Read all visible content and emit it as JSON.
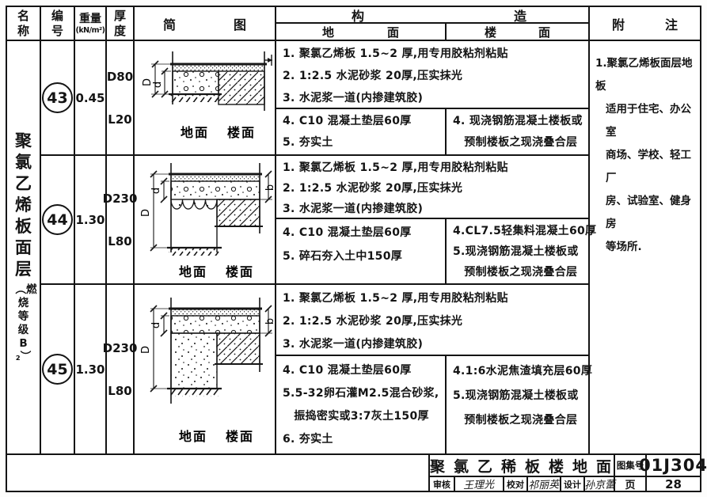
{
  "header": {
    "name": "名称",
    "number": "编号",
    "weight": "重量",
    "weight_unit": "(kN/m²)",
    "thickness": "厚度",
    "diagram": "简图",
    "construction": "构造",
    "ground": "地面",
    "floor": "楼面",
    "note": "附注"
  },
  "name_column": {
    "title": "聚氯乙烯板面层",
    "subtitle": "︵燃烧等级B₂︶"
  },
  "rows": [
    {
      "number": "43",
      "weight": "0.45",
      "thickness_top": "D80",
      "thickness_bottom": "L20",
      "diagram": {
        "dim_outer": "D",
        "dim_inner": "d",
        "ground_label": "地面",
        "floor_label": "楼面"
      },
      "shared_items": [
        "1. 聚氯乙烯板 1.5~2 厚,用专用胶粘剂粘贴",
        "2. 1:2.5 水泥砂浆 20厚,压实抹光",
        "3. 水泥浆一道(内掺建筑胶)"
      ],
      "ground_items": [
        "4. C10 混凝土垫层60厚",
        "5. 夯实土"
      ],
      "floor_items": [
        "4. 现浇钢筋混凝土楼板或",
        "　预制楼板之现浇叠合层"
      ]
    },
    {
      "number": "44",
      "weight": "1.30",
      "thickness_top": "D230",
      "thickness_bottom": "L80",
      "diagram": {
        "dim_outer": "D",
        "dim_inner": "d",
        "dim_right": "b",
        "ground_label": "地面",
        "floor_label": "楼面"
      },
      "shared_items": [
        "1. 聚氯乙烯板 1.5~2 厚,用专用胶粘剂粘贴",
        "2. 1:2.5 水泥砂浆 20厚,压实抹光",
        "3. 水泥浆一道(内掺建筑胶)"
      ],
      "ground_items": [
        "4. C10 混凝土垫层60厚",
        "5. 碎石夯入土中150厚"
      ],
      "floor_items": [
        "4.CL7.5轻集料混凝土60厚",
        "5.现浇钢筋混凝土楼板或",
        "　预制楼板之现浇叠合层"
      ]
    },
    {
      "number": "45",
      "weight": "1.30",
      "thickness_top": "D230",
      "thickness_bottom": "L80",
      "diagram": {
        "dim_outer": "D",
        "dim_inner": "d",
        "dim_right": "b",
        "ground_label": "地面",
        "floor_label": "楼面"
      },
      "shared_items": [
        "1. 聚氯乙烯板 1.5~2 厚,用专用胶粘剂粘贴",
        "2. 1:2.5 水泥砂浆 20厚,压实抹光",
        "3. 水泥浆一道(内掺建筑胶)"
      ],
      "ground_items": [
        "4. C10 混凝土垫层60厚",
        "5.5-32卵石灌M2.5混合砂浆,",
        "　振捣密实或3:7灰土150厚",
        "6. 夯实土"
      ],
      "floor_items": [
        "4.1:6水泥焦渣填充层60厚",
        "5.现浇钢筋混凝土楼板或",
        "　预制楼板之现浇叠合层"
      ]
    }
  ],
  "note": {
    "lines": [
      "1.聚氯乙烯板面层地板",
      "适用于住宅、办公室",
      "商场、学校、轻工厂",
      "房、试验室、健身房",
      "等场所."
    ]
  },
  "title_block": {
    "title": "聚氯乙稀板楼地面",
    "atlas_label": "图集号",
    "atlas_number": "01J304",
    "page_label": "页",
    "page_number": "28",
    "reviewer_label": "审核",
    "reviewer_name": "王理光",
    "checker_label": "校对",
    "checker_name": "祁丽英",
    "designer_label": "设计",
    "designer_name": "孙京蕾"
  }
}
